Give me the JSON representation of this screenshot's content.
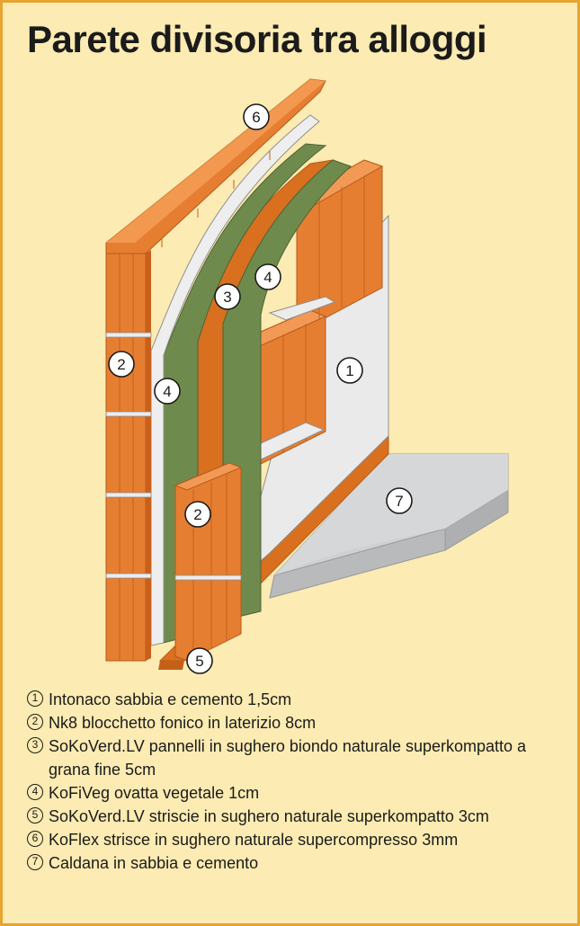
{
  "title": "Parete divisoria tra alloggi",
  "colors": {
    "background": "#fcebb2",
    "border": "#e7a431",
    "brick": "#e67e32",
    "brick_dark": "#c8601c",
    "plaster": "#e8e8e8",
    "cork_green": "#6f8a4d",
    "screed": "#cfd0d2"
  },
  "badges": [
    {
      "id": "1",
      "label": "1"
    },
    {
      "id": "2a",
      "label": "2"
    },
    {
      "id": "2b",
      "label": "2"
    },
    {
      "id": "3",
      "label": "3"
    },
    {
      "id": "4a",
      "label": "4"
    },
    {
      "id": "4b",
      "label": "4"
    },
    {
      "id": "5",
      "label": "5"
    },
    {
      "id": "6",
      "label": "6"
    },
    {
      "id": "7",
      "label": "7"
    }
  ],
  "legend": [
    {
      "num": "1",
      "text": "Intonaco sabbia e cemento 1,5cm"
    },
    {
      "num": "2",
      "text": "Nk8 blocchetto fonico in laterizio 8cm"
    },
    {
      "num": "3",
      "text": "SoKoVerd.LV pannelli in sughero biondo naturale superkompatto a grana fine 5cm"
    },
    {
      "num": "4",
      "text": "KoFiVeg ovatta vegetale 1cm"
    },
    {
      "num": "5",
      "text": "SoKoVerd.LV striscie in sughero naturale superkompatto 3cm"
    },
    {
      "num": "6",
      "text": "KoFlex strisce in sughero naturale supercompresso 3mm"
    },
    {
      "num": "7",
      "text": "Caldana in sabbia e cemento"
    }
  ]
}
